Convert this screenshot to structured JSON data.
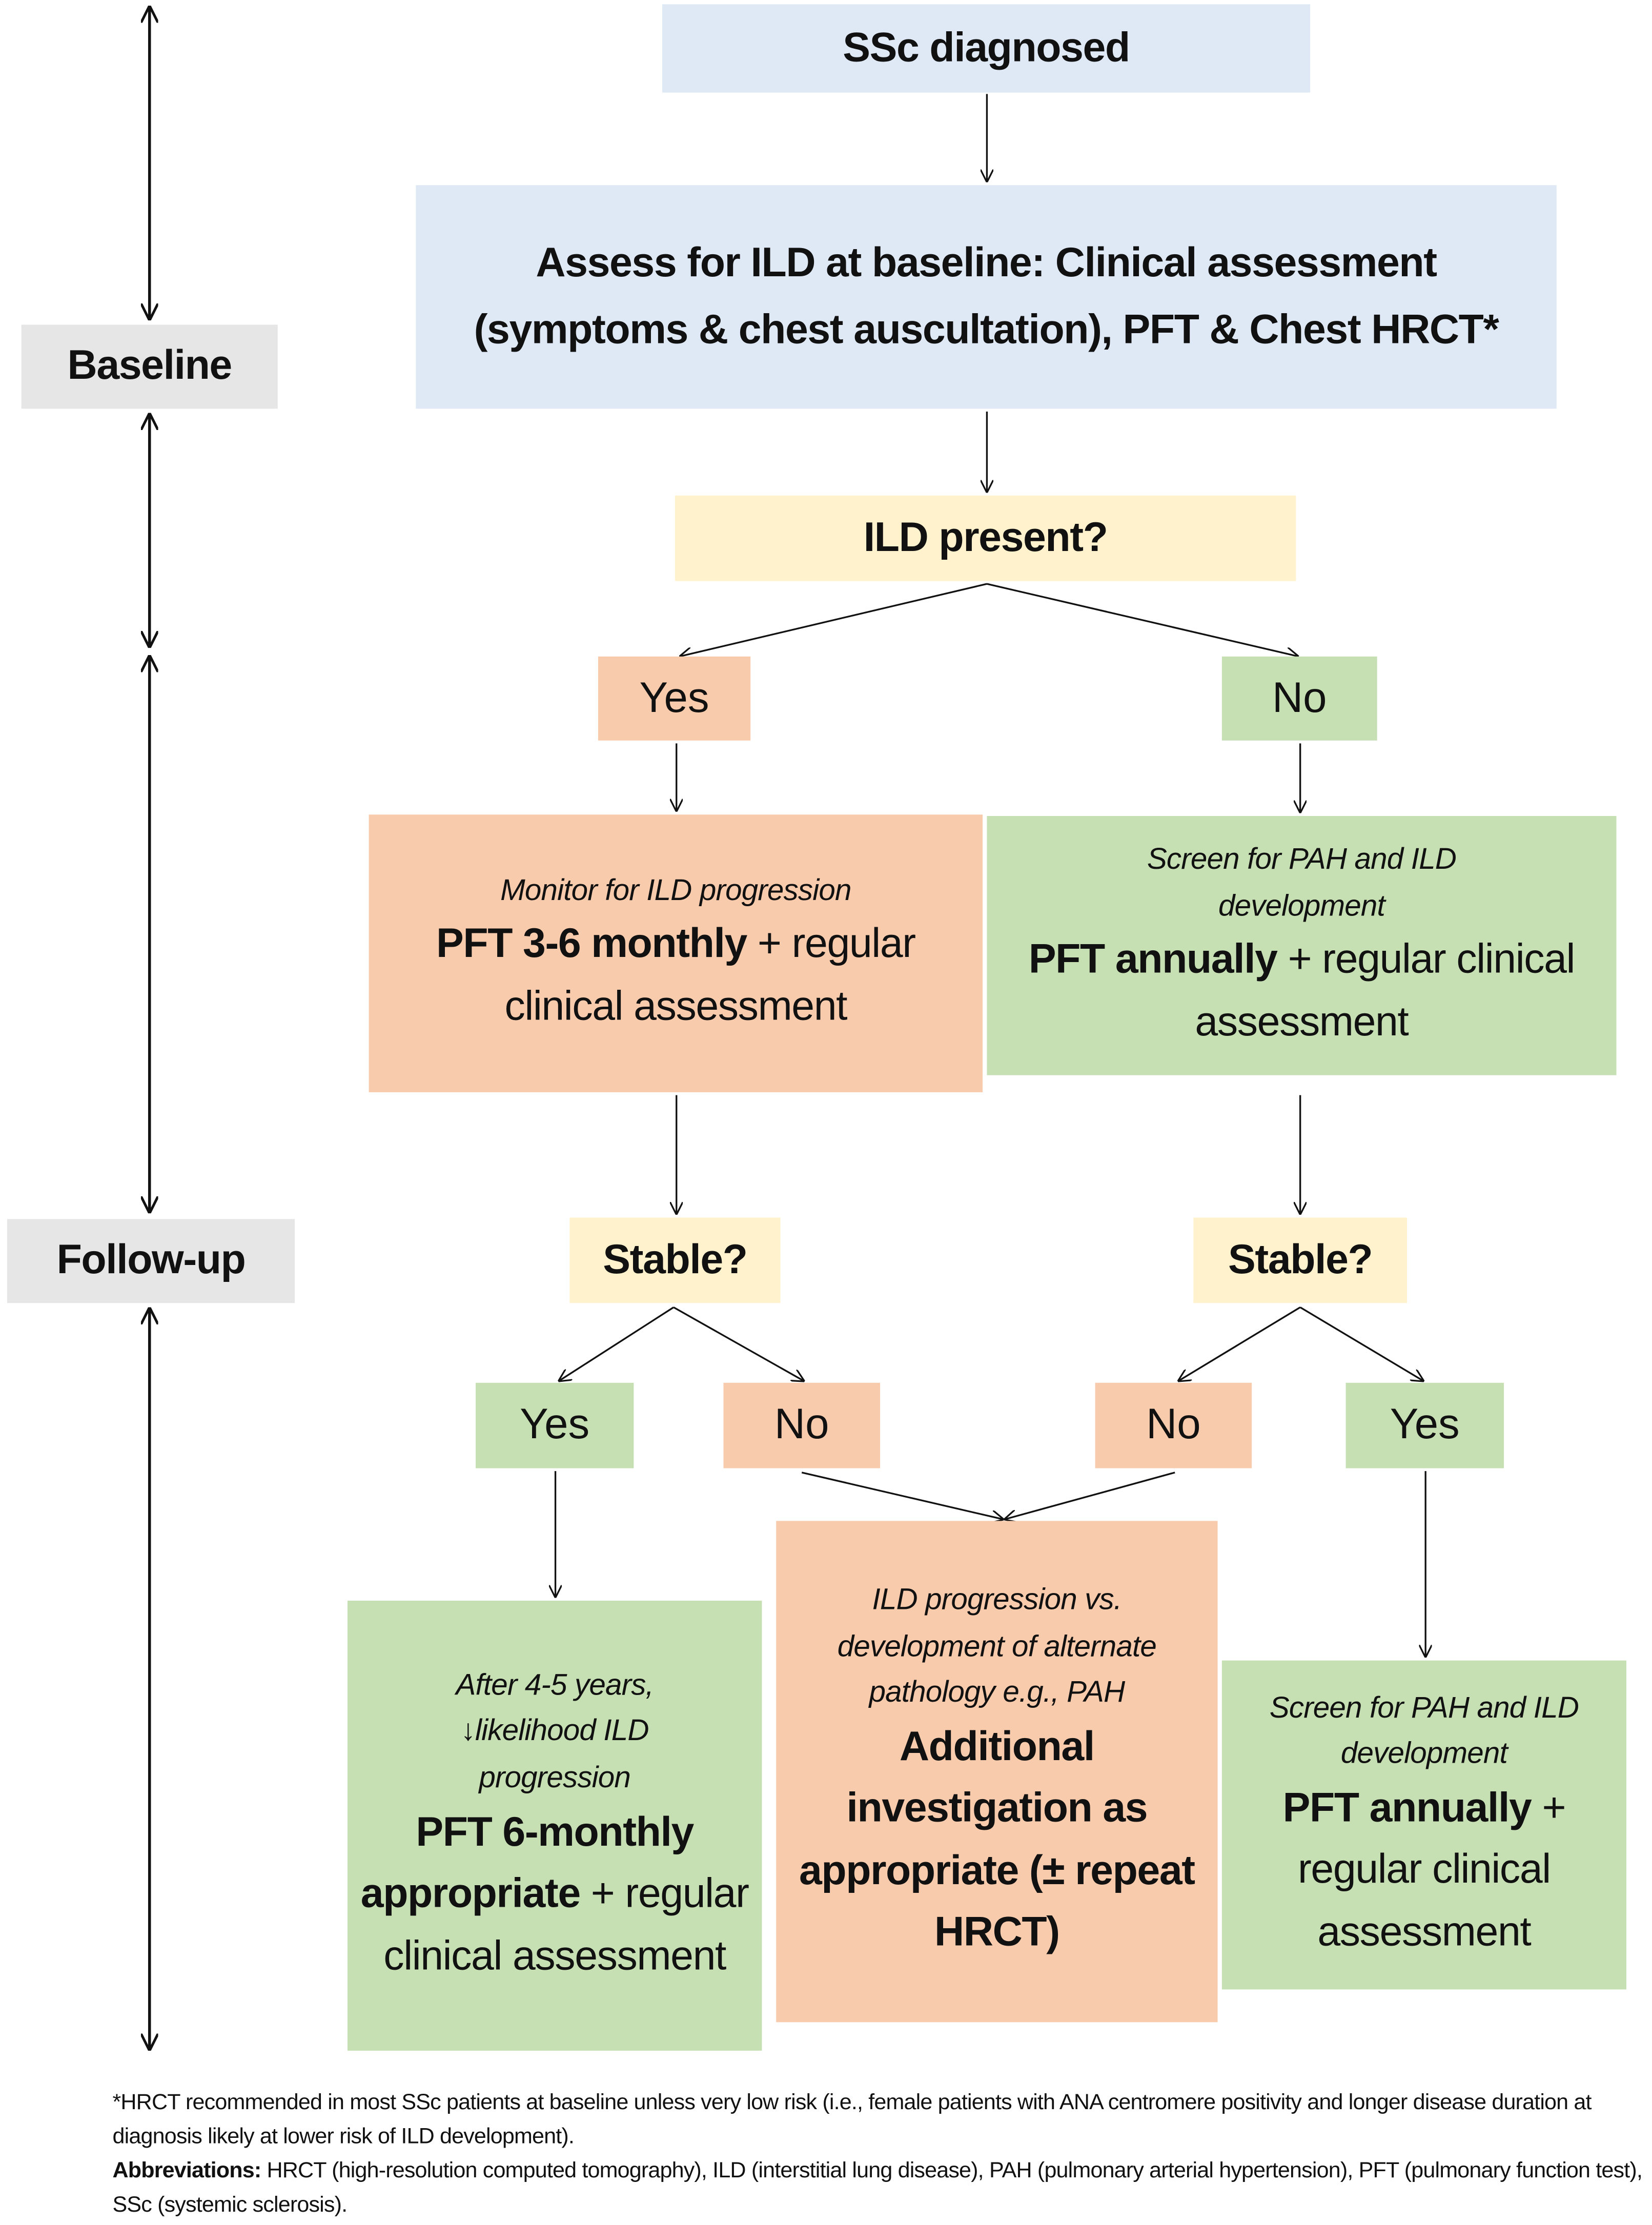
{
  "phases": {
    "baseline": "Baseline",
    "follow_up": "Follow-up"
  },
  "nodes": {
    "ssc_diagnosed": "SSc diagnosed",
    "assess": "Assess for ILD at baseline: Clinical assessment (symptoms & chest auscultation), PFT & Chest HRCT*",
    "ild_present": "ILD present?",
    "yes_1": "Yes",
    "no_1": "No",
    "monitor": {
      "italic": "Monitor for ILD progression",
      "bold": "PFT 3-6 monthly",
      "rest": "+ regular clinical assessment"
    },
    "screen_1": {
      "italic": "Screen for PAH and ILD development",
      "bold": "PFT annually",
      "rest": "+ regular clinical assessment"
    },
    "stable_left": "Stable?",
    "stable_right": "Stable?",
    "yes_left": "Yes",
    "no_left": "No",
    "no_right": "No",
    "yes_right": "Yes",
    "after": {
      "italic_1": "After 4-5 years,",
      "italic_2": "↓likelihood ILD progression",
      "bold": "PFT 6-monthly appropriate",
      "rest": "+ regular clinical assessment"
    },
    "additional": {
      "italic": "ILD progression vs. development of alternate pathology e.g., PAH",
      "bold": "Additional investigation as appropriate (± repeat HRCT)"
    },
    "screen_2": {
      "italic": "Screen for PAH and ILD development",
      "bold": "PFT annually",
      "rest": "+ regular clinical assessment"
    }
  },
  "footnote": {
    "hrct_note": "*HRCT recommended in most SSc patients at baseline unless very low risk (i.e., female patients with ANA centromere positivity and longer disease duration at diagnosis likely at lower risk of ILD development).",
    "abbr_label": "Abbreviations:",
    "abbr_text": " HRCT (high-resolution computed tomography), ILD (interstitial lung disease), PAH (pulmonary arterial hypertension), PFT (pulmonary function test), SSc (systemic sclerosis)."
  },
  "colors": {
    "blue": "#dfe9f5",
    "yellow": "#fff2cc",
    "orange": "#f8cbad",
    "green": "#c6e0b4",
    "gray": "#e7e6e6"
  }
}
